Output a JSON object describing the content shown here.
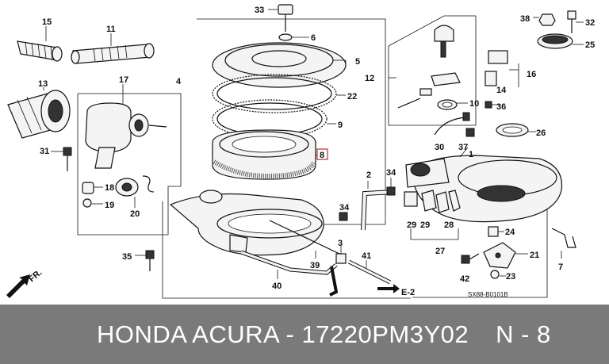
{
  "diagram": {
    "labels": {
      "l1": "1",
      "l2": "2",
      "l3": "3",
      "l4": "4",
      "l5": "5",
      "l6": "6",
      "l7": "7",
      "l8": "8",
      "l9": "9",
      "l10": "10",
      "l11": "11",
      "l12": "12",
      "l13": "13",
      "l14": "14",
      "l15": "15",
      "l16": "16",
      "l17": "17",
      "l18": "18",
      "l19": "19",
      "l20": "20",
      "l21": "21",
      "l22": "22",
      "l23": "23",
      "l24": "24",
      "l25": "25",
      "l26": "26",
      "l27": "27",
      "l28": "28",
      "l29a": "29",
      "l29b": "29",
      "l30": "30",
      "l31": "31",
      "l32": "32",
      "l33": "33",
      "l34a": "34",
      "l34b": "34",
      "l35": "35",
      "l36": "36",
      "l37": "37",
      "l38": "38",
      "l39": "39",
      "l40": "40",
      "l41": "41",
      "l42": "42"
    },
    "fr_mark": "FR.",
    "e2_mark": "E-2",
    "drawing_code": "SX88-B0101B"
  },
  "footer": {
    "title": "HONDA ACURA - 17220PM3Y02",
    "position": "N - 8"
  },
  "colors": {
    "footer_bg": "#7a7a7a",
    "highlight_box": "#d9534f"
  }
}
